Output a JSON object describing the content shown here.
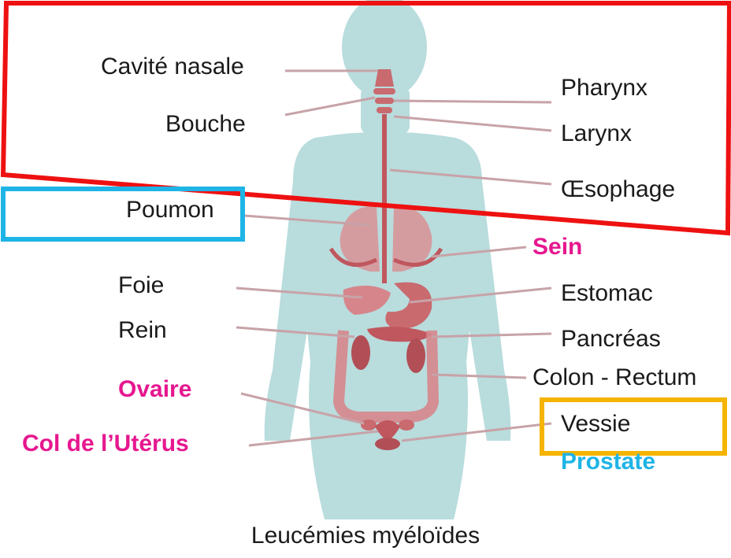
{
  "labels": {
    "cavite_nasale": "Cavité nasale",
    "bouche": "Bouche",
    "pharynx": "Pharynx",
    "larynx": "Larynx",
    "oesophage": "Œsophage",
    "poumon": "Poumon",
    "sein": "Sein",
    "foie": "Foie",
    "estomac": "Estomac",
    "rein": "Rein",
    "pancreas": "Pancréas",
    "colon_rectum": "Colon - Rectum",
    "ovaire": "Ovaire",
    "vessie": "Vessie",
    "col_uterus": "Col de l’Utérus",
    "prostate": "Prostate"
  },
  "caption": "Leucémies myéloïdes",
  "colors": {
    "body": "#b9dcdd",
    "organ": "#c96a6f",
    "organ_dark": "#b24f56",
    "connector": "#c7a3a8",
    "highlight_red": "#ee1111",
    "highlight_blue": "#1fb4e6",
    "highlight_orange": "#f5b400",
    "pink_text": "#e6178f",
    "blue_text": "#1fb4e6"
  }
}
